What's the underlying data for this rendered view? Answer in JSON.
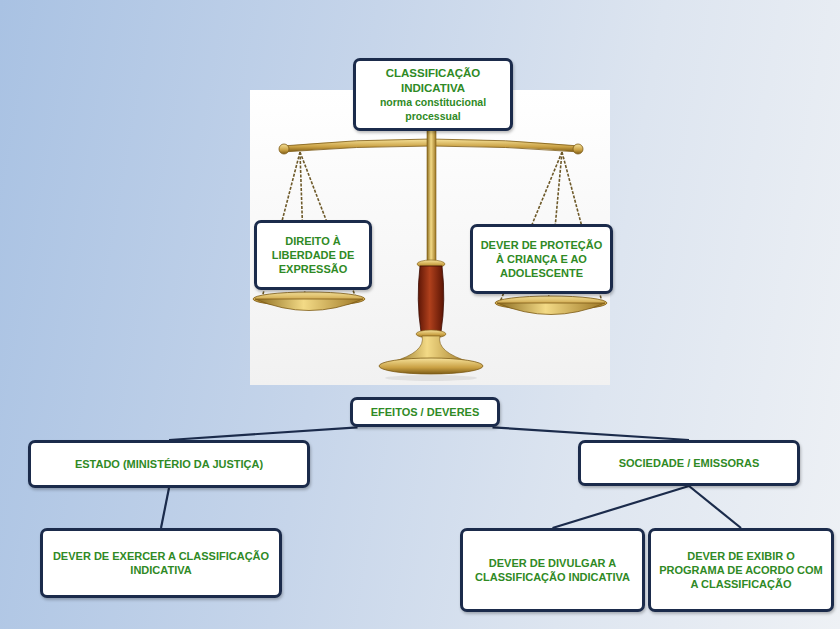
{
  "diagram": {
    "nodes": [
      {
        "text": [
          "CLASSIFICAÇÃO INDICATIVA",
          "norma constitucional processual"
        ]
      },
      {
        "text": [
          "DIREITO À LIBERDADE DE EXPRESSÃO"
        ]
      },
      {
        "text": [
          "DEVER DE PROTEÇÃO À CRIANÇA E AO ADOLESCENTE"
        ]
      },
      {
        "text": [
          "EFEITOS / DEVERES"
        ]
      },
      {
        "text": [
          "ESTADO (MINISTÉRIO DA JUSTIÇA)"
        ]
      },
      {
        "text": [
          "SOCIEDADE / EMISSORAS"
        ]
      },
      {
        "text": [
          "DEVER DE EXERCER A CLASSIFICAÇÃO INDICATIVA"
        ]
      },
      {
        "text": [
          "DEVER DE DIVULGAR A CLASSIFICAÇÃO INDICATIVA"
        ]
      },
      {
        "text": [
          "DEVER DE EXIBIR O PROGRAMA DE ACORDO COM A CLASSIFICAÇÃO"
        ]
      }
    ],
    "edges": [
      {
        "from": 3,
        "to": 4,
        "arrow": "none"
      },
      {
        "from": 3,
        "to": 5,
        "arrow": "none"
      },
      {
        "from": 4,
        "to": 6,
        "arrow": "none"
      },
      {
        "from": 5,
        "to": 7,
        "arrow": "none"
      },
      {
        "from": 5,
        "to": 8,
        "arrow": "none"
      }
    ]
  }
}
